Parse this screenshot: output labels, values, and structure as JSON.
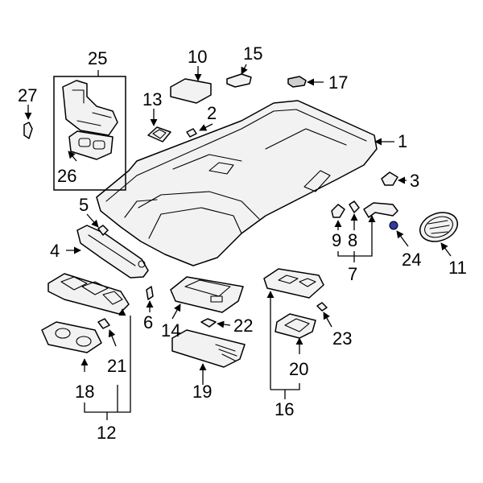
{
  "figure": {
    "callouts": [
      {
        "id": "c1",
        "text": "1"
      },
      {
        "id": "c2",
        "text": "2"
      },
      {
        "id": "c3",
        "text": "3"
      },
      {
        "id": "c4",
        "text": "4"
      },
      {
        "id": "c5",
        "text": "5"
      },
      {
        "id": "c6",
        "text": "6"
      },
      {
        "id": "c7",
        "text": "7"
      },
      {
        "id": "c8",
        "text": "8"
      },
      {
        "id": "c9",
        "text": "9"
      },
      {
        "id": "c10",
        "text": "10"
      },
      {
        "id": "c11",
        "text": "11"
      },
      {
        "id": "c12",
        "text": "12"
      },
      {
        "id": "c13",
        "text": "13"
      },
      {
        "id": "c14",
        "text": "14"
      },
      {
        "id": "c15",
        "text": "15"
      },
      {
        "id": "c16",
        "text": "16"
      },
      {
        "id": "c17",
        "text": "17"
      },
      {
        "id": "c18",
        "text": "18"
      },
      {
        "id": "c19",
        "text": "19"
      },
      {
        "id": "c20",
        "text": "20"
      },
      {
        "id": "c21",
        "text": "21"
      },
      {
        "id": "c22",
        "text": "22"
      },
      {
        "id": "c23",
        "text": "23"
      },
      {
        "id": "c24",
        "text": "24"
      },
      {
        "id": "c25",
        "text": "25"
      },
      {
        "id": "c26",
        "text": "26"
      },
      {
        "id": "c27",
        "text": "27"
      }
    ],
    "highlight_color": "#2d3aa8",
    "line_color": "#000000",
    "part_fill": "#f2f2f2"
  }
}
